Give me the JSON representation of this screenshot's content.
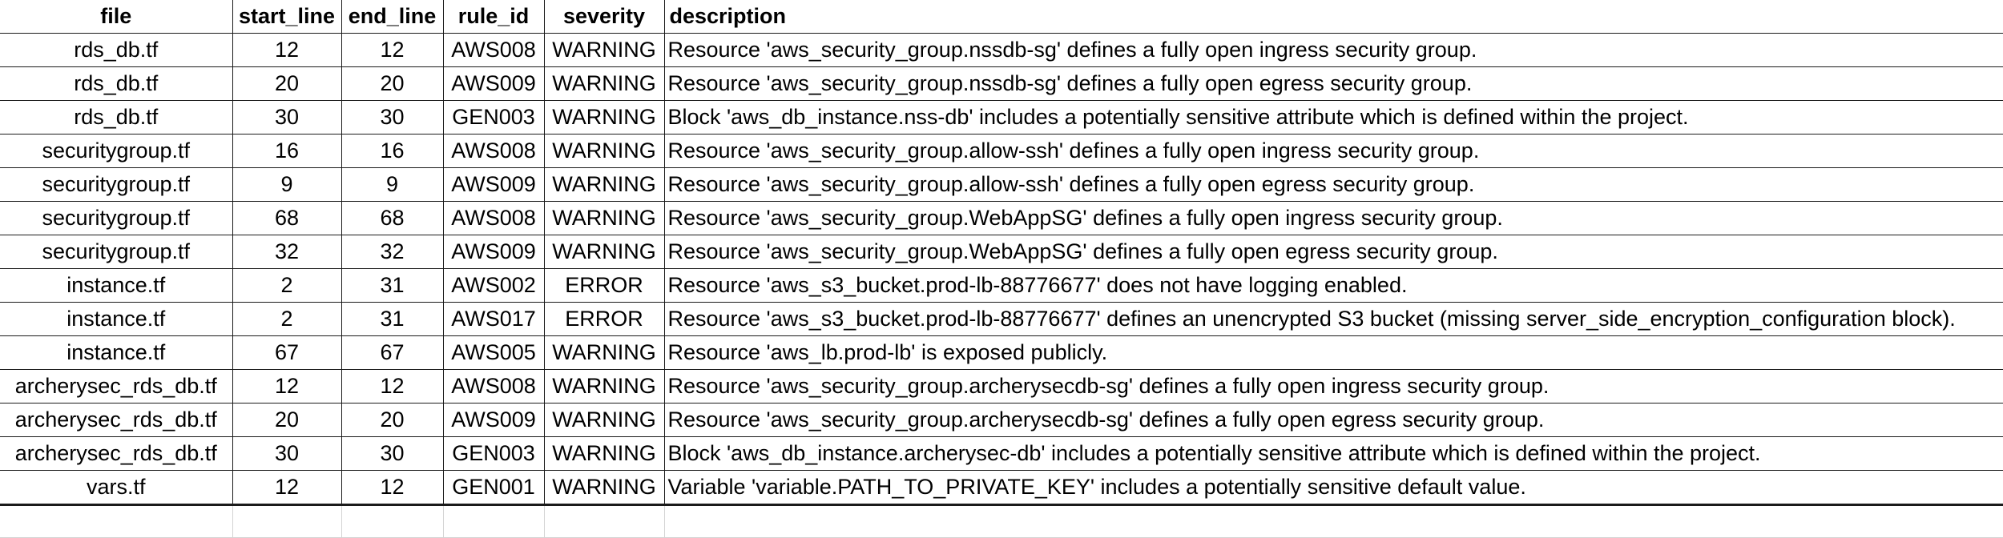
{
  "headers": {
    "file": "file",
    "start_line": "start_line",
    "end_line": "end_line",
    "rule_id": "rule_id",
    "severity": "severity",
    "description": "description"
  },
  "rows": [
    {
      "file": "rds_db.tf",
      "start_line": "12",
      "end_line": "12",
      "rule_id": "AWS008",
      "severity": "WARNING",
      "description": "Resource 'aws_security_group.nssdb-sg' defines a fully open ingress security group."
    },
    {
      "file": "rds_db.tf",
      "start_line": "20",
      "end_line": "20",
      "rule_id": "AWS009",
      "severity": "WARNING",
      "description": "Resource 'aws_security_group.nssdb-sg' defines a fully open egress security group."
    },
    {
      "file": "rds_db.tf",
      "start_line": "30",
      "end_line": "30",
      "rule_id": "GEN003",
      "severity": "WARNING",
      "description": "Block 'aws_db_instance.nss-db' includes a potentially sensitive attribute which is defined within the project."
    },
    {
      "file": "securitygroup.tf",
      "start_line": "16",
      "end_line": "16",
      "rule_id": "AWS008",
      "severity": "WARNING",
      "description": "Resource 'aws_security_group.allow-ssh' defines a fully open ingress security group."
    },
    {
      "file": "securitygroup.tf",
      "start_line": "9",
      "end_line": "9",
      "rule_id": "AWS009",
      "severity": "WARNING",
      "description": "Resource 'aws_security_group.allow-ssh' defines a fully open egress security group."
    },
    {
      "file": "securitygroup.tf",
      "start_line": "68",
      "end_line": "68",
      "rule_id": "AWS008",
      "severity": "WARNING",
      "description": "Resource 'aws_security_group.WebAppSG' defines a fully open ingress security group."
    },
    {
      "file": "securitygroup.tf",
      "start_line": "32",
      "end_line": "32",
      "rule_id": "AWS009",
      "severity": "WARNING",
      "description": "Resource 'aws_security_group.WebAppSG' defines a fully open egress security group."
    },
    {
      "file": "instance.tf",
      "start_line": "2",
      "end_line": "31",
      "rule_id": "AWS002",
      "severity": "ERROR",
      "description": "Resource 'aws_s3_bucket.prod-lb-88776677' does not have logging enabled."
    },
    {
      "file": "instance.tf",
      "start_line": "2",
      "end_line": "31",
      "rule_id": "AWS017",
      "severity": "ERROR",
      "description": "Resource 'aws_s3_bucket.prod-lb-88776677' defines an unencrypted S3 bucket (missing server_side_encryption_configuration block)."
    },
    {
      "file": "instance.tf",
      "start_line": "67",
      "end_line": "67",
      "rule_id": "AWS005",
      "severity": "WARNING",
      "description": "Resource 'aws_lb.prod-lb' is exposed publicly."
    },
    {
      "file": "archerysec_rds_db.tf",
      "start_line": "12",
      "end_line": "12",
      "rule_id": "AWS008",
      "severity": "WARNING",
      "description": "Resource 'aws_security_group.archerysecdb-sg' defines a fully open ingress security group."
    },
    {
      "file": "archerysec_rds_db.tf",
      "start_line": "20",
      "end_line": "20",
      "rule_id": "AWS009",
      "severity": "WARNING",
      "description": "Resource 'aws_security_group.archerysecdb-sg' defines a fully open egress security group."
    },
    {
      "file": "archerysec_rds_db.tf",
      "start_line": "30",
      "end_line": "30",
      "rule_id": "GEN003",
      "severity": "WARNING",
      "description": "Block 'aws_db_instance.archerysec-db' includes a potentially sensitive attribute which is defined within the project."
    },
    {
      "file": "vars.tf",
      "start_line": "12",
      "end_line": "12",
      "rule_id": "GEN001",
      "severity": "WARNING",
      "description": "Variable 'variable.PATH_TO_PRIVATE_KEY' includes a potentially sensitive default value."
    }
  ]
}
